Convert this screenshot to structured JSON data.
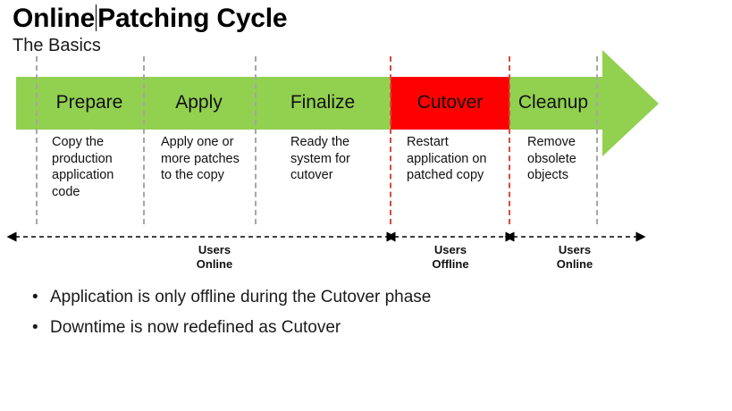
{
  "slide": {
    "title_before_caret": "Online",
    "title_after_caret": "Patching Cycle",
    "subtitle": "The Basics"
  },
  "colors": {
    "arrow_green": "#92D050",
    "cutover_red": "#FF0000",
    "divider_gray": "#A6A6A6",
    "text_dark": "#111111"
  },
  "diagram": {
    "type": "process-arrow",
    "phases": [
      {
        "name": "Prepare",
        "description": "Copy the production application code",
        "state": "online",
        "fill": "#92D050"
      },
      {
        "name": "Apply",
        "description": "Apply one or more patches to the copy",
        "state": "online",
        "fill": "#92D050"
      },
      {
        "name": "Finalize",
        "description": "Ready the system for cutover",
        "state": "online",
        "fill": "#92D050"
      },
      {
        "name": "Cutover",
        "description": "Restart application on patched copy",
        "state": "offline",
        "fill": "#FF0000"
      },
      {
        "name": "Cleanup",
        "description": "Remove obsolete objects",
        "state": "online",
        "fill": "#92D050"
      }
    ],
    "spans": [
      {
        "line1": "Users",
        "line2": "Online",
        "covers": [
          "Prepare",
          "Apply",
          "Finalize"
        ]
      },
      {
        "line1": "Users",
        "line2": "Offline",
        "covers": [
          "Cutover"
        ]
      },
      {
        "line1": "Users",
        "line2": "Online",
        "covers": [
          "Cleanup"
        ]
      }
    ]
  },
  "bullets": [
    {
      "marker": "•",
      "text": "Application is only offline during the Cutover phase"
    },
    {
      "marker": "•",
      "text": "Downtime is now redefined as Cutover"
    }
  ]
}
